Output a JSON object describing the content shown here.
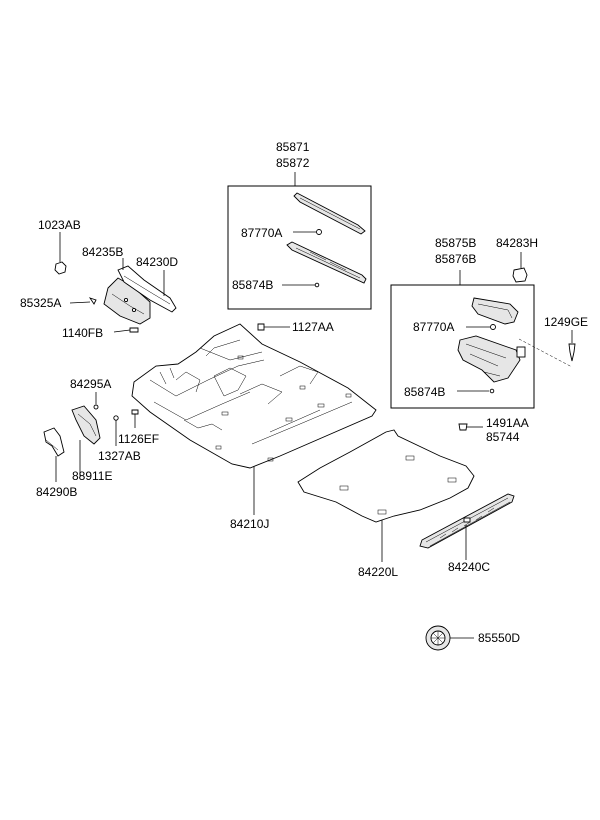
{
  "labels": {
    "p85871": "85871",
    "p85872": "85872",
    "p87770a_1": "87770A",
    "p85874b_1": "85874B",
    "p1023ab": "1023AB",
    "p84235b": "84235B",
    "p84230d": "84230D",
    "p85325a": "85325A",
    "p1140fb": "1140FB",
    "p1127aa": "1127AA",
    "p85875b": "85875B",
    "p85876b": "85876B",
    "p84283h": "84283H",
    "p87770a_2": "87770A",
    "p1249ge": "1249GE",
    "p85874b_2": "85874B",
    "p84295a": "84295A",
    "p1126ef": "1126EF",
    "p1327ab": "1327AB",
    "p88911e": "88911E",
    "p84290b": "84290B",
    "p1491aa": "1491AA",
    "p85744": "85744",
    "p84210j": "84210J",
    "p84220l": "84220L",
    "p84240c": "84240C",
    "p85550d": "85550D"
  }
}
